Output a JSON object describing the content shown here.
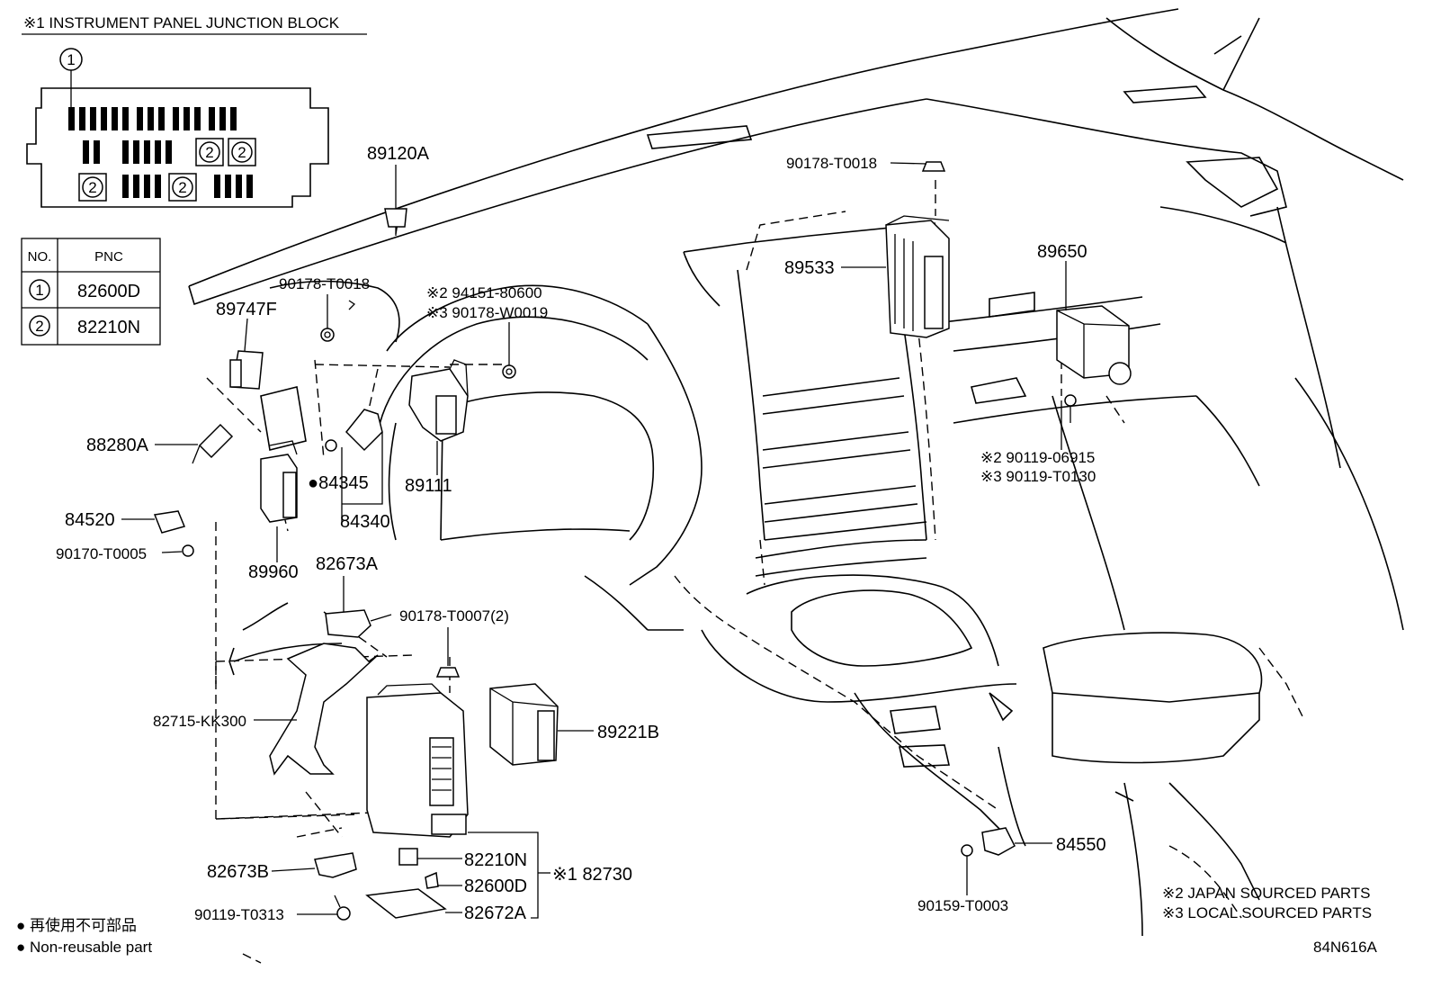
{
  "header": {
    "junction_block_title": "※1 INSTRUMENT PANEL JUNCTION BLOCK"
  },
  "pnc_table": {
    "col_no": "NO.",
    "col_pnc": "PNC",
    "rows": [
      {
        "no": "1",
        "pnc": "82600D"
      },
      {
        "no": "2",
        "pnc": "82210N"
      }
    ]
  },
  "callouts": {
    "c1": "1",
    "c2": "2"
  },
  "parts": {
    "p89120A": "89120A",
    "p90178_T0018_top": "90178-T0018",
    "p89533": "89533",
    "p89650": "89650",
    "p89747F": "89747F",
    "p90178_T0018_left": "90178-T0018",
    "p94151_80600": "※2 94151-80600",
    "p90178_W0019": "※3 90178-W0019",
    "p88280A": "88280A",
    "p84345": "●84345",
    "p89111": "89111",
    "p84340": "84340",
    "p84520": "84520",
    "p90170_T0005": "90170-T0005",
    "p89960": "89960",
    "p82673A": "82673A",
    "p90178_T0007": "90178-T0007(2)",
    "p90119_06915": "※2 90119-06915",
    "p90119_T0130": "※3 90119-T0130",
    "p82715_KK300": "82715-KK300",
    "p89221B": "89221B",
    "p82210N": "82210N",
    "p82600D": "82600D",
    "p82730": "※1 82730",
    "p82672A": "82672A",
    "p82673B": "82673B",
    "p90119_T0313": "90119-T0313",
    "p84550": "84550",
    "p90159_T0003": "90159-T0003"
  },
  "notes": {
    "japan": "※2 JAPAN SOURCED PARTS",
    "local": "※3 LOCAL SOURCED PARTS",
    "nonreusable_jp": "● 再使用不可部品",
    "nonreusable_en": "● Non-reusable part",
    "diagram_code": "84N616A"
  }
}
